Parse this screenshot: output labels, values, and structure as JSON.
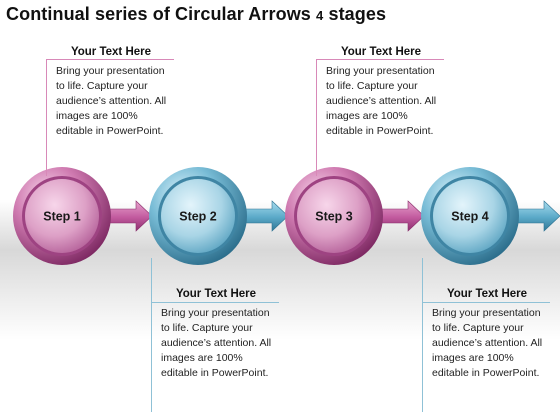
{
  "title": {
    "main": "Continual series of Circular Arrows",
    "small": "4",
    "suffix": "stages"
  },
  "steps": [
    {
      "label": "Step 1",
      "theme": "pink"
    },
    {
      "label": "Step 2",
      "theme": "blue"
    },
    {
      "label": "Step 3",
      "theme": "pink"
    },
    {
      "label": "Step 4",
      "theme": "blue"
    }
  ],
  "textboxes": [
    {
      "heading": "Your Text Here",
      "body": "Bring your presentation to life. Capture your audience’s attention. All images are 100% editable in PowerPoint."
    },
    {
      "heading": "Your Text Here",
      "body": "Bring your presentation to life. Capture your audience’s attention. All images are 100% editable in PowerPoint."
    },
    {
      "heading": "Your Text Here",
      "body": "Bring your presentation to life. Capture your audience’s attention. All images are 100% editable in PowerPoint."
    },
    {
      "heading": "Your Text Here",
      "body": "Bring your presentation to life. Capture your audience’s attention. All images are 100% editable in PowerPoint."
    }
  ],
  "colors": {
    "pink_light": "#f6d3e8",
    "pink_mid": "#c66aa6",
    "pink_dark": "#8a2f6c",
    "blue_light": "#d8eef7",
    "blue_mid": "#6fb3cd",
    "blue_dark": "#2e7392"
  }
}
